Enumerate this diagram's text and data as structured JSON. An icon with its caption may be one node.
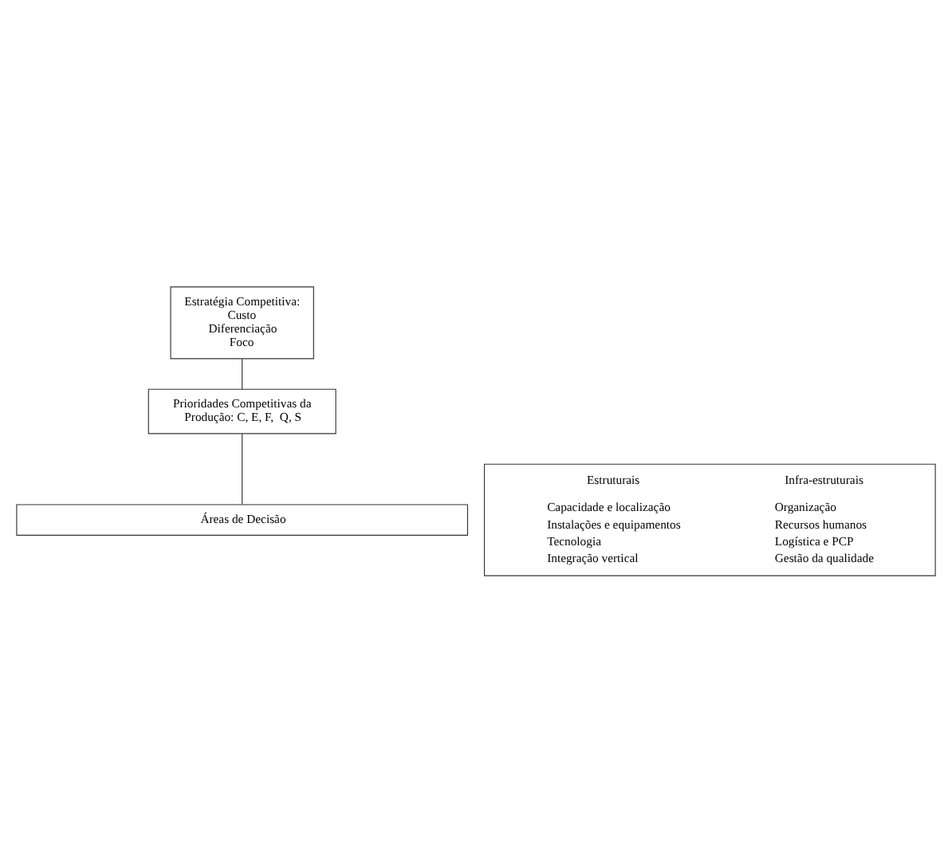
{
  "diagram": {
    "nodes": [
      {
        "text": [
          "Estratégia Competitiva:",
          "Custo",
          "Diferenciação",
          "Foco"
        ]
      },
      {
        "text": [
          "Prioridades Competitivas da Produção: C, E, F,  Q, S"
        ]
      },
      {
        "text": [
          "Áreas de Decisão"
        ]
      },
      {
        "text": [
          "Estruturais",
          "Capacidade e localização",
          "Instalações e equipamentos",
          "Tecnologia",
          "Integração vertical",
          "Infra-estruturais",
          "Organização",
          "Recursos humanos",
          "Logística e PCP",
          "Gestão da qualidade"
        ]
      }
    ],
    "edges": [
      {
        "from": 0,
        "to": 1,
        "arrow": "none"
      },
      {
        "from": 1,
        "to": 2,
        "arrow": "none"
      }
    ]
  }
}
